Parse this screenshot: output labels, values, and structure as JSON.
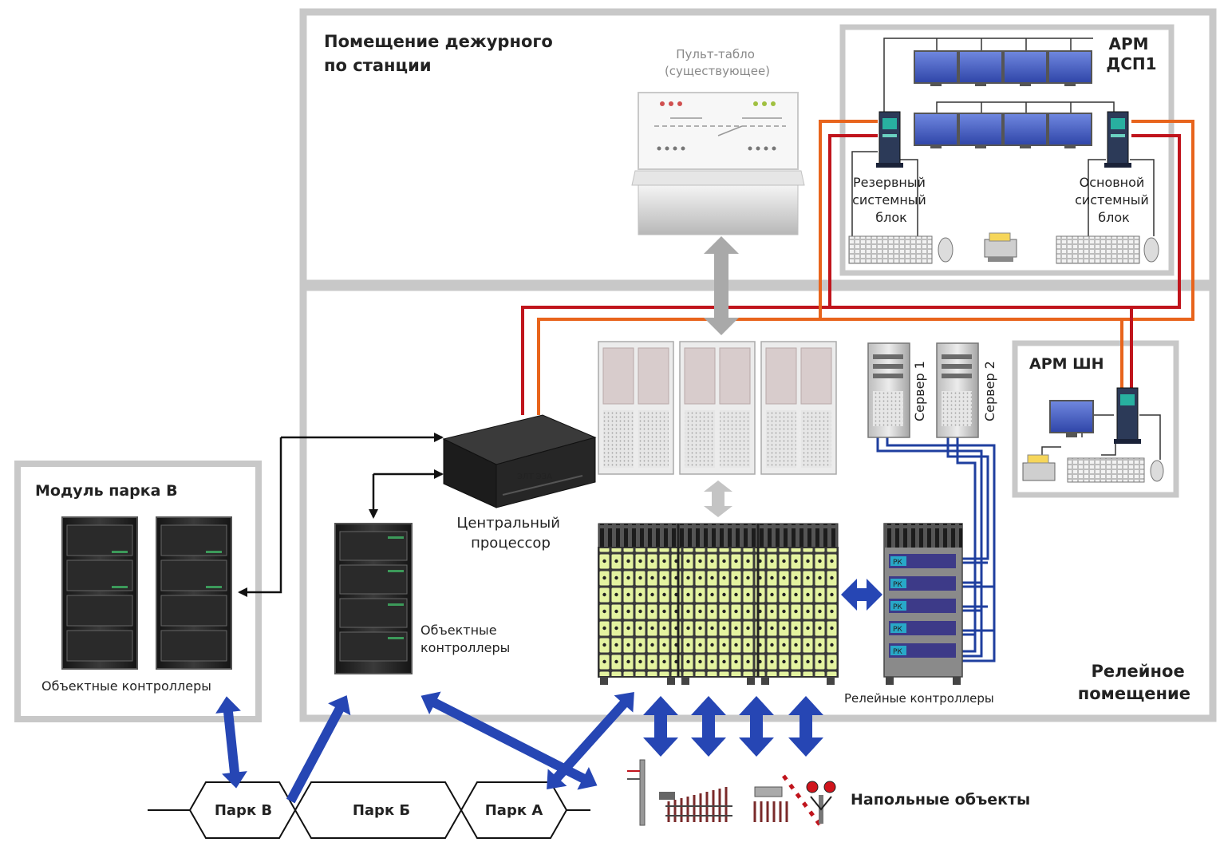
{
  "rooms": {
    "station_duty_title": [
      "Помещение дежурного",
      "по станции"
    ],
    "relay_room_title": [
      "Релейное",
      "помещение"
    ],
    "park_v_module_title": "Модуль парка В",
    "arm_dsp_title": [
      "АРМ",
      "ДСП1"
    ],
    "arm_shn_title": "АРМ ШН"
  },
  "devices": {
    "panel_label": [
      "Пульт-табло",
      "(существующее)"
    ],
    "backup_unit_label": [
      "Резервный",
      "системный",
      "блок"
    ],
    "main_unit_label": [
      "Основной",
      "системный",
      "блок"
    ],
    "server1_label": "Сервер 1",
    "server2_label": "Сервер 2",
    "cpu_label": [
      "Центральный",
      "процессор"
    ],
    "cpu_brand": "ЭЛТ ЭЗА",
    "object_controllers_mid": [
      "Объектные",
      "контроллеры"
    ],
    "object_controllers_left": "Объектные контроллеры",
    "relay_controllers_label": "Релейные контроллеры",
    "rk_label": "РК"
  },
  "parks": {
    "park_v": "Парк В",
    "park_b": "Парк Б",
    "park_a": "Парк А"
  },
  "floor_objects_label": "Напольные объекты",
  "colors": {
    "frame_gray": "#c8c8c8",
    "link_red": "#c0141c",
    "link_orange": "#e8641c",
    "link_blue": "#1f3f9f",
    "arrow_blue": "#2646b4",
    "arrow_gray": "#a9a9a9",
    "monitor_blue": "#4a63c8",
    "relay_green": "#e4f3a0"
  }
}
